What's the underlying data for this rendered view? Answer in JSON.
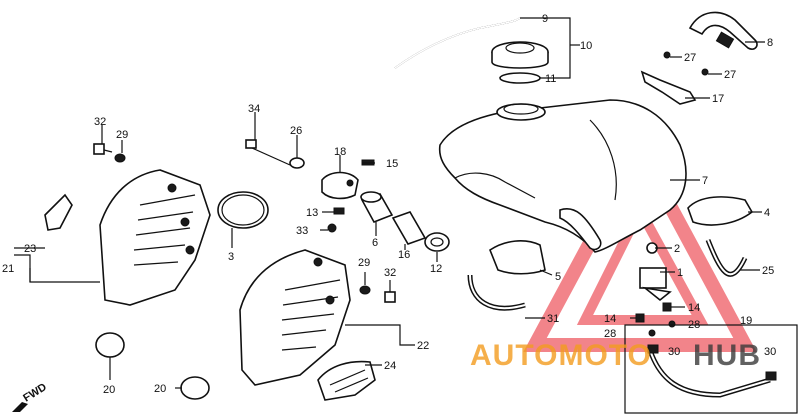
{
  "diagram": {
    "labels": [
      "9",
      "10",
      "11",
      "8",
      "27",
      "27",
      "17",
      "7",
      "4",
      "2",
      "1",
      "25",
      "5",
      "14",
      "14",
      "28",
      "28",
      "31",
      "19",
      "30",
      "30",
      "34",
      "26",
      "18",
      "15",
      "13",
      "33",
      "6",
      "16",
      "12",
      "32",
      "29",
      "23",
      "21",
      "3",
      "29",
      "32",
      "22",
      "24",
      "20",
      "20"
    ],
    "fwd": "FWD"
  },
  "watermark": {
    "text_orange": "AUTOMOTO",
    "text_dark": "HUB",
    "color_red": "#e8202c",
    "color_orange": "#f39c1f",
    "color_dark": "#3a3a3a"
  }
}
